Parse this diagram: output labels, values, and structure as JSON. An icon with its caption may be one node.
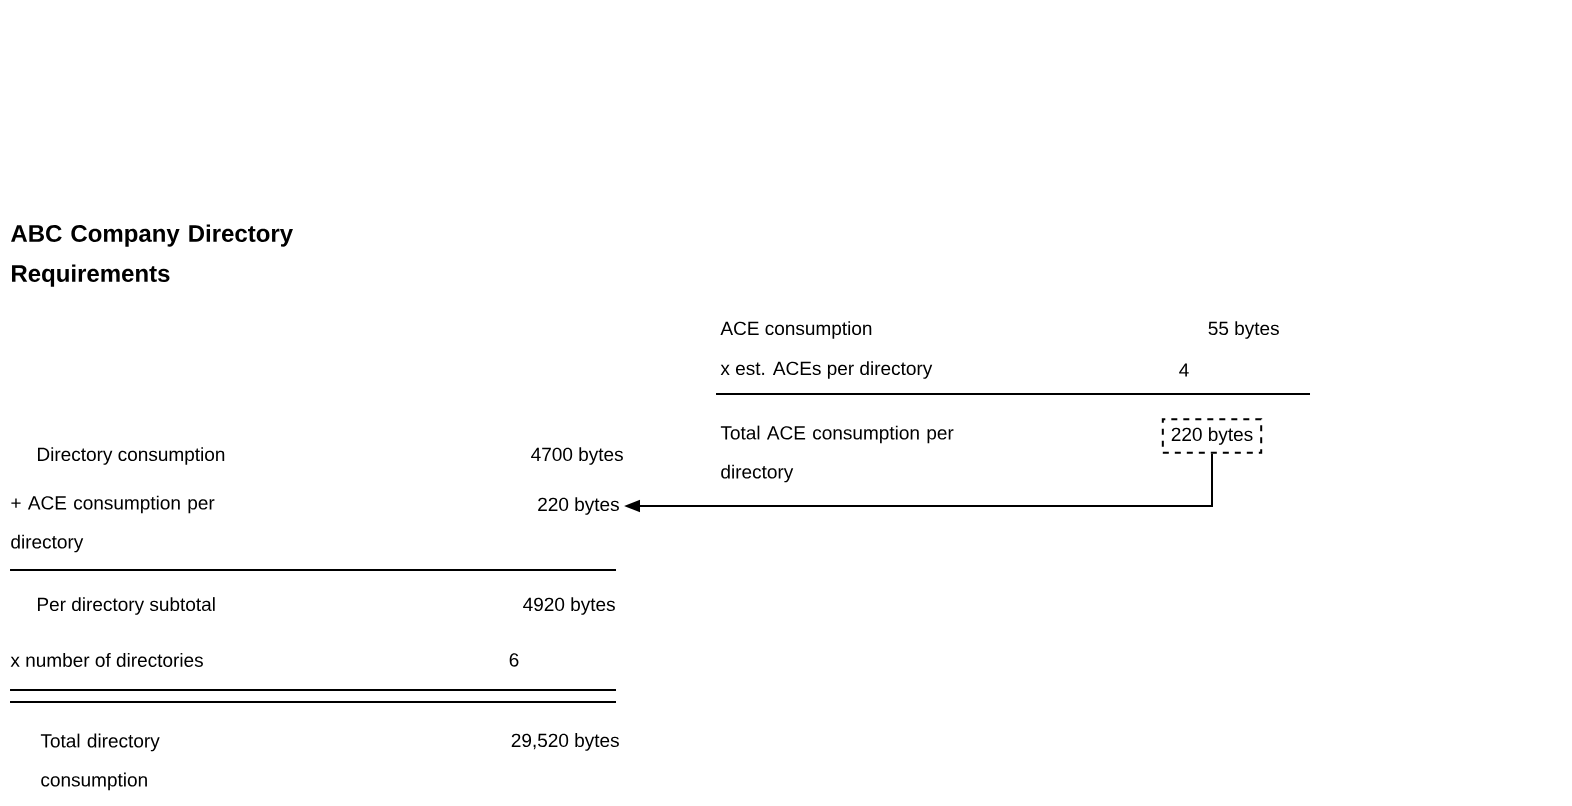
{
  "diagram": {
    "title": "ABC Company Directory Requirements",
    "nodes": [
      {
        "text": [
          "220 bytes"
        ]
      },
      {
        "text": [
          "220 bytes"
        ]
      }
    ],
    "edges": [
      {
        "from": 0,
        "to": 1,
        "arrow": "to"
      }
    ],
    "labels": [
      "ACE consumption",
      "55 bytes",
      "x est. ACEs per directory",
      "4",
      "Directory consumption",
      "4700 bytes",
      "Total ACE consumption per directory",
      "+ ACE consumption per directory",
      "Per directory subtotal",
      "4920 bytes",
      "x number of directories",
      "6",
      "Total directory consumption",
      "29,520 bytes"
    ]
  }
}
